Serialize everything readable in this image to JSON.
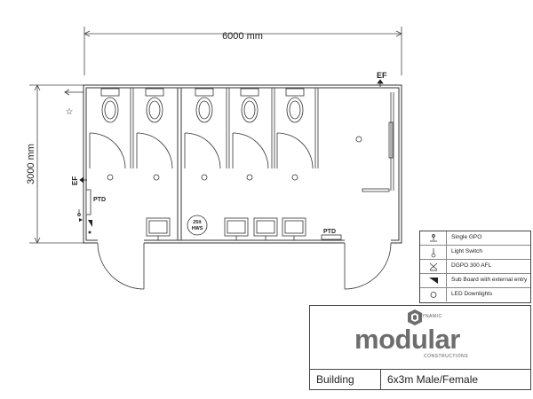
{
  "dimensions": {
    "width_label": "6000 mm",
    "height_label": "3000 mm"
  },
  "plan_labels": {
    "ef_top": "EF",
    "ef_left": "EF",
    "ptd_left": "PTD",
    "ptd_right": "PTD",
    "hws_line1": "25lt",
    "hws_line2": "HWS"
  },
  "legend": [
    {
      "symbol": "single-gpo-icon",
      "label": "Single GPO"
    },
    {
      "symbol": "light-switch-icon",
      "label": "Light Switch"
    },
    {
      "symbol": "dgpo-icon",
      "label": "DGPO 300 AFL"
    },
    {
      "symbol": "sub-board-icon",
      "label": "Sub Board with external entry"
    },
    {
      "symbol": "led-downlight-icon",
      "label": "LED Downlights"
    }
  ],
  "logo": {
    "top": "DYNAMIC",
    "main": "modular",
    "sub": "CONSTRUCTIONS"
  },
  "title_block": {
    "key": "Building",
    "value": "6x3m Male/Female"
  },
  "colors": {
    "line": "#333333",
    "logo_gray": "#6d6d6d"
  }
}
